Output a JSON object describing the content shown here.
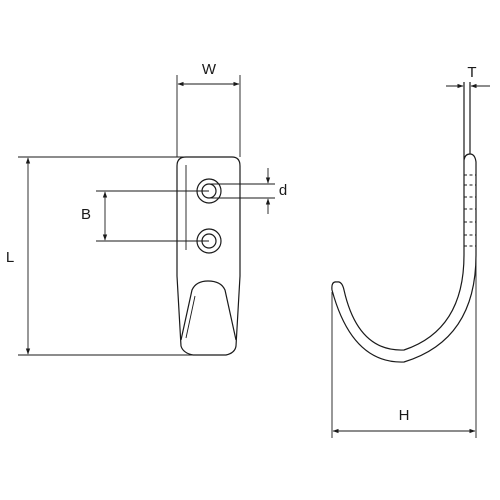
{
  "diagram": {
    "labels": {
      "width": "W",
      "length": "L",
      "hole_pitch": "B",
      "hole_diameter": "d",
      "thickness": "T",
      "hook_depth": "H"
    }
  }
}
